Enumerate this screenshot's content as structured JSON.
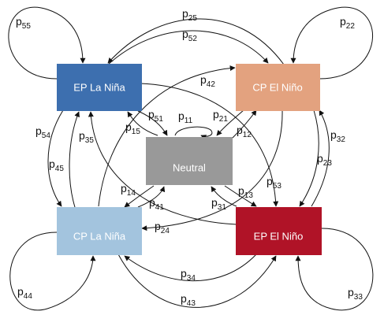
{
  "nodes": {
    "ep_la_nina": {
      "label": "EP La Niña",
      "color": "#3d6faf"
    },
    "cp_el_nino": {
      "label": "CP El Niño",
      "color": "#e3a27f"
    },
    "neutral": {
      "label": "Neutral",
      "color": "#999999"
    },
    "cp_la_nina": {
      "label": "CP La Niña",
      "color": "#a3c4de"
    },
    "ep_el_nino": {
      "label": "EP El Niño",
      "color": "#b01327"
    }
  },
  "edges": [
    {
      "id": "p11",
      "base": "p",
      "sub": "11"
    },
    {
      "id": "p12",
      "base": "p",
      "sub": "12"
    },
    {
      "id": "p13",
      "base": "p",
      "sub": "13"
    },
    {
      "id": "p14",
      "base": "p",
      "sub": "14"
    },
    {
      "id": "p15",
      "base": "p",
      "sub": "15"
    },
    {
      "id": "p21",
      "base": "p",
      "sub": "21"
    },
    {
      "id": "p22",
      "base": "p",
      "sub": "22"
    },
    {
      "id": "p23",
      "base": "p",
      "sub": "23"
    },
    {
      "id": "p24",
      "base": "p",
      "sub": "24"
    },
    {
      "id": "p25",
      "base": "p",
      "sub": "25"
    },
    {
      "id": "p31",
      "base": "p",
      "sub": "31"
    },
    {
      "id": "p32",
      "base": "p",
      "sub": "32"
    },
    {
      "id": "p33",
      "base": "p",
      "sub": "33"
    },
    {
      "id": "p34",
      "base": "p",
      "sub": "34"
    },
    {
      "id": "p35",
      "base": "p",
      "sub": "35"
    },
    {
      "id": "p41",
      "base": "p",
      "sub": "41"
    },
    {
      "id": "p42",
      "base": "p",
      "sub": "42"
    },
    {
      "id": "p43",
      "base": "p",
      "sub": "43"
    },
    {
      "id": "p44",
      "base": "p",
      "sub": "44"
    },
    {
      "id": "p45",
      "base": "p",
      "sub": "45"
    },
    {
      "id": "p51",
      "base": "p",
      "sub": "51"
    },
    {
      "id": "p52",
      "base": "p",
      "sub": "52"
    },
    {
      "id": "p53",
      "base": "p",
      "sub": "53"
    },
    {
      "id": "p54",
      "base": "p",
      "sub": "54"
    },
    {
      "id": "p55",
      "base": "p",
      "sub": "55"
    }
  ]
}
